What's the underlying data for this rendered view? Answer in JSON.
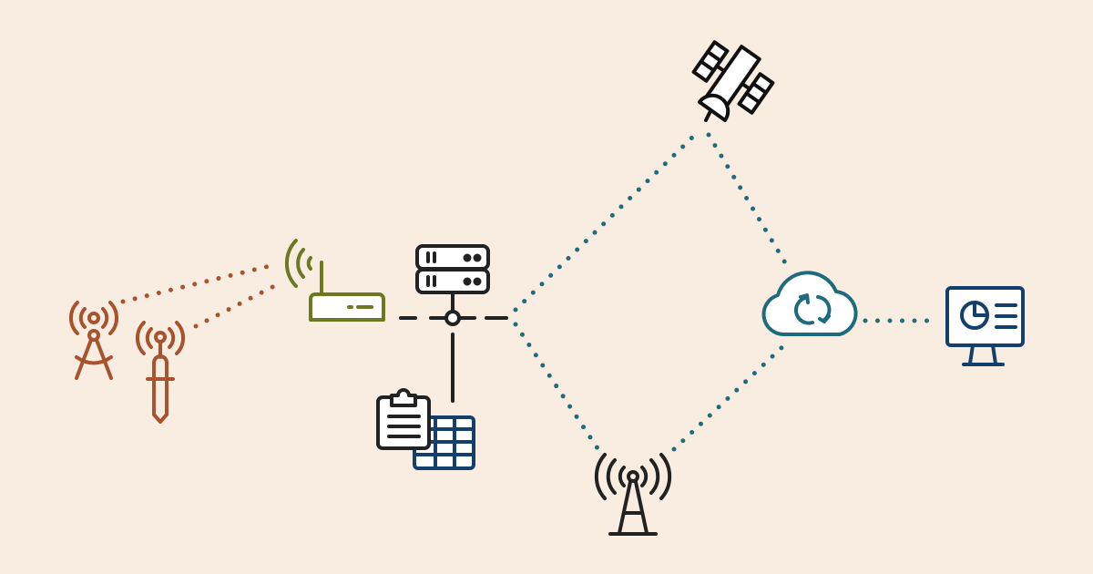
{
  "colors": {
    "background": "#f9ece1",
    "sensor": "#a8532e",
    "router": "#6b7a22",
    "network": "#222222",
    "link": "#1f6b7e",
    "cloud": "#1f6b7e",
    "dashboard": "#123f6b"
  },
  "nodes": [
    {
      "id": "radio-tower-sensor",
      "icon": "broadcast-tower-icon"
    },
    {
      "id": "probe-sensor",
      "icon": "wireless-probe-icon"
    },
    {
      "id": "wireless-router",
      "icon": "router-icon"
    },
    {
      "id": "server",
      "icon": "server-icon"
    },
    {
      "id": "data-records",
      "icon": "clipboard-table-icon"
    },
    {
      "id": "satellite",
      "icon": "satellite-icon"
    },
    {
      "id": "cell-tower",
      "icon": "cell-tower-icon"
    },
    {
      "id": "cloud-sync",
      "icon": "cloud-sync-icon"
    },
    {
      "id": "dashboard-monitor",
      "icon": "monitor-chart-icon"
    }
  ],
  "links": [
    {
      "from": "radio-tower-sensor",
      "to": "wireless-router",
      "style": "dotted"
    },
    {
      "from": "probe-sensor",
      "to": "wireless-router",
      "style": "dotted"
    },
    {
      "from": "wireless-router",
      "to": "server",
      "style": "dashed"
    },
    {
      "from": "server",
      "to": "data-records",
      "style": "solid"
    },
    {
      "from": "server",
      "to": "satellite",
      "style": "dotted"
    },
    {
      "from": "server",
      "to": "cell-tower",
      "style": "dotted"
    },
    {
      "from": "satellite",
      "to": "cloud-sync",
      "style": "dotted"
    },
    {
      "from": "cell-tower",
      "to": "cloud-sync",
      "style": "dotted"
    },
    {
      "from": "cloud-sync",
      "to": "dashboard-monitor",
      "style": "dotted"
    }
  ]
}
